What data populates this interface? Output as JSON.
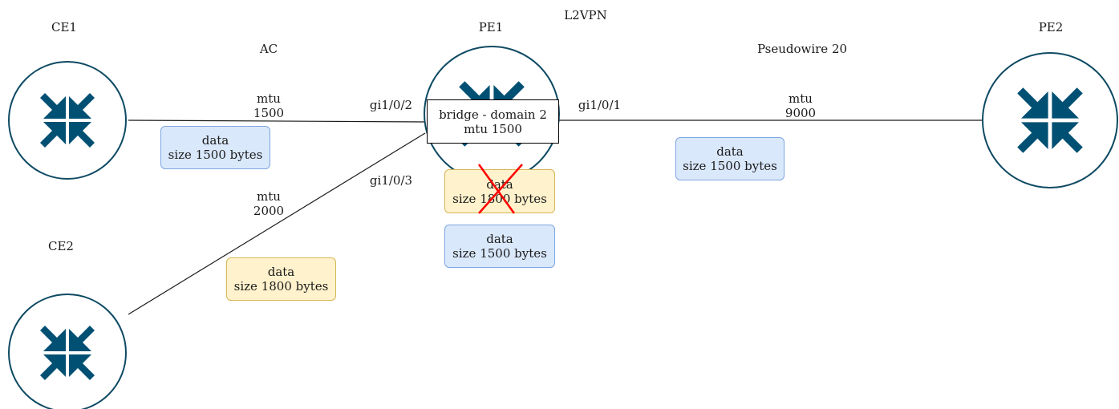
{
  "title": "L2VPN",
  "nodes": {
    "ce1": "CE1",
    "ce2": "CE2",
    "pe1": "PE1",
    "pe2": "PE2"
  },
  "links": {
    "ac_label": "AC",
    "pseudowire_label": "Pseudowire 20",
    "ce1_mtu": [
      "mtu",
      "1500"
    ],
    "ce2_mtu": [
      "mtu",
      "2000"
    ],
    "pe_mtu": [
      "mtu",
      "9000"
    ]
  },
  "interfaces": {
    "gi102": "gi1/0/2",
    "gi103": "gi1/0/3",
    "gi101": "gi1/0/1"
  },
  "bridge": [
    "bridge - domain 2",
    "mtu 1500"
  ],
  "packets": {
    "ce1_packet": [
      "data",
      "size 1500 bytes"
    ],
    "ce2_packet": [
      "data",
      "size 1800 bytes"
    ],
    "dropped_packet": [
      "data",
      "size 1800 bytes"
    ],
    "pe1_packet": [
      "data",
      "size 1500 bytes"
    ],
    "pw_packet": [
      "data",
      "size 1500 bytes"
    ]
  },
  "colors": {
    "router_fill": "#005073",
    "router_border": "#0e4a63",
    "blue_box": "#dae8fc",
    "yellow_box": "#fff2cc",
    "drop_mark": "#ff0000"
  }
}
